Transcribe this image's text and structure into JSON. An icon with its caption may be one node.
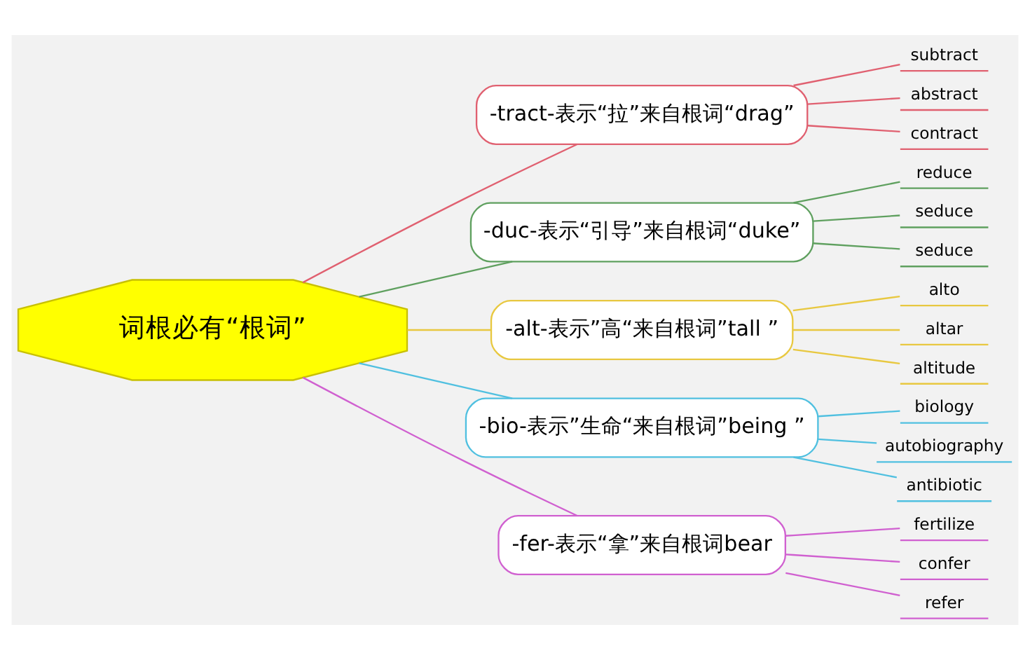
{
  "diagram": {
    "nodes": [
      {
        "text": [
          "词根必有“根词”"
        ]
      },
      {
        "text": [
          "-tract-表示“拉”来自根词“drag”"
        ]
      },
      {
        "text": [
          "subtract"
        ]
      },
      {
        "text": [
          "abstract"
        ]
      },
      {
        "text": [
          "contract"
        ]
      },
      {
        "text": [
          "-duc-表示“引导”来自根词“duke”"
        ]
      },
      {
        "text": [
          "reduce"
        ]
      },
      {
        "text": [
          "seduce"
        ]
      },
      {
        "text": [
          "seduce"
        ]
      },
      {
        "text": [
          "-alt-表示”高“来自根词”tall ”"
        ]
      },
      {
        "text": [
          "alto"
        ]
      },
      {
        "text": [
          "altar"
        ]
      },
      {
        "text": [
          "altitude"
        ]
      },
      {
        "text": [
          "-bio-表示”生命“来自根词”being ”"
        ]
      },
      {
        "text": [
          "biology"
        ]
      },
      {
        "text": [
          "autobiography"
        ]
      },
      {
        "text": [
          "antibiotic"
        ]
      },
      {
        "text": [
          "-fer-表示“拿”来自根词bear"
        ]
      },
      {
        "text": [
          "fertilize"
        ]
      },
      {
        "text": [
          "confer"
        ]
      },
      {
        "text": [
          "refer"
        ]
      }
    ],
    "edges": [
      {
        "from": 0,
        "to": 1,
        "arrow": "none",
        "color": "#e06070"
      },
      {
        "from": 1,
        "to": 2,
        "arrow": "none",
        "color": "#e06070"
      },
      {
        "from": 1,
        "to": 3,
        "arrow": "none",
        "color": "#e06070"
      },
      {
        "from": 1,
        "to": 4,
        "arrow": "none",
        "color": "#e06070"
      },
      {
        "from": 0,
        "to": 5,
        "arrow": "none",
        "color": "#5fa05f"
      },
      {
        "from": 5,
        "to": 6,
        "arrow": "none",
        "color": "#5fa05f"
      },
      {
        "from": 5,
        "to": 7,
        "arrow": "none",
        "color": "#5fa05f"
      },
      {
        "from": 5,
        "to": 8,
        "arrow": "none",
        "color": "#5fa05f"
      },
      {
        "from": 0,
        "to": 9,
        "arrow": "none",
        "color": "#e8c840"
      },
      {
        "from": 9,
        "to": 10,
        "arrow": "none",
        "color": "#e8c840"
      },
      {
        "from": 9,
        "to": 11,
        "arrow": "none",
        "color": "#e8c840"
      },
      {
        "from": 9,
        "to": 12,
        "arrow": "none",
        "color": "#e8c840"
      },
      {
        "from": 0,
        "to": 13,
        "arrow": "none",
        "color": "#50c0e0"
      },
      {
        "from": 13,
        "to": 14,
        "arrow": "none",
        "color": "#50c0e0"
      },
      {
        "from": 13,
        "to": 15,
        "arrow": "none",
        "color": "#50c0e0"
      },
      {
        "from": 13,
        "to": 16,
        "arrow": "none",
        "color": "#50c0e0"
      },
      {
        "from": 0,
        "to": 17,
        "arrow": "none",
        "color": "#d060d0"
      },
      {
        "from": 17,
        "to": 18,
        "arrow": "none",
        "color": "#d060d0"
      },
      {
        "from": 17,
        "to": 19,
        "arrow": "none",
        "color": "#d060d0"
      },
      {
        "from": 17,
        "to": 20,
        "arrow": "none",
        "color": "#d060d0"
      }
    ]
  }
}
